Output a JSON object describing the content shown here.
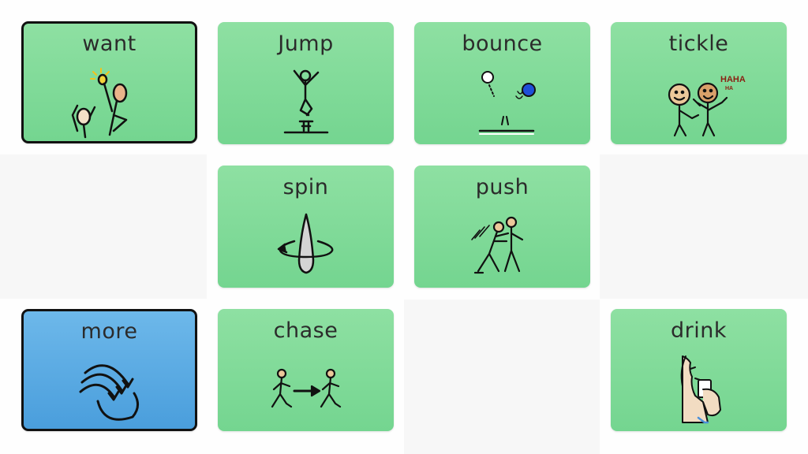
{
  "tiles": {
    "want": {
      "label": "want",
      "icon": "want-symbol-icon"
    },
    "jump": {
      "label": "Jump",
      "icon": "jump-symbol-icon"
    },
    "bounce": {
      "label": "bounce",
      "icon": "bounce-symbol-icon"
    },
    "tickle": {
      "label": "tickle",
      "icon": "tickle-symbol-icon",
      "laugh": "HAHA",
      "laugh_small": "HA"
    },
    "spin": {
      "label": "spin",
      "icon": "spin-symbol-icon"
    },
    "push": {
      "label": "push",
      "icon": "push-symbol-icon"
    },
    "more": {
      "label": "more",
      "icon": "more-symbol-icon"
    },
    "chase": {
      "label": "chase",
      "icon": "chase-symbol-icon"
    },
    "drink": {
      "label": "drink",
      "icon": "drink-symbol-icon"
    }
  },
  "colors": {
    "activity_tile": "#7cd996",
    "core_tile": "#55a6e0",
    "selected_border": "#111111",
    "empty_cell": "#f7f7f7"
  },
  "selected": [
    "want",
    "more"
  ]
}
